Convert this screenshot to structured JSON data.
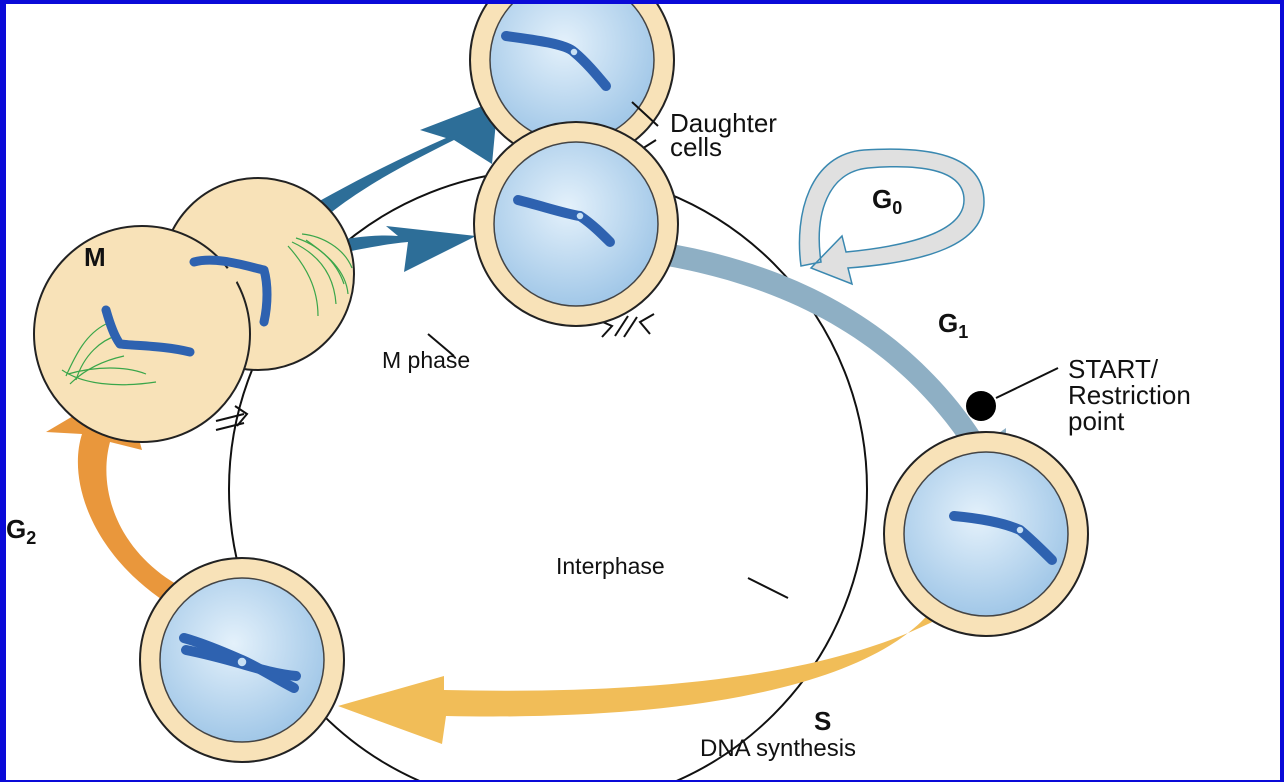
{
  "labels": {
    "daughter_cells_line1": "Daughter",
    "daughter_cells_line2": "cells",
    "m": "M",
    "g0_letter": "G",
    "g0_sub": "0",
    "g1_letter": "G",
    "g1_sub": "1",
    "g2_letter": "G",
    "g2_sub": "2",
    "s": "S",
    "dna_synthesis": "DNA synthesis",
    "start_line1": "START/",
    "start_line2": "Restriction",
    "start_line3": "point",
    "m_phase": "M phase",
    "interphase": "Interphase"
  },
  "colors": {
    "border": "#0a0ad8",
    "cell_outer": "#f8e2b8",
    "cell_inner": "#b4d4ee",
    "chromosome": "#2e62b0",
    "m_arrow": "#2d6e98",
    "g1_arrow": "#8eafc4",
    "g0_arrow": "#dddddd",
    "s_arrow": "#f1bd58",
    "g2_arrow": "#e9973c",
    "spindle": "#3aa64a"
  }
}
